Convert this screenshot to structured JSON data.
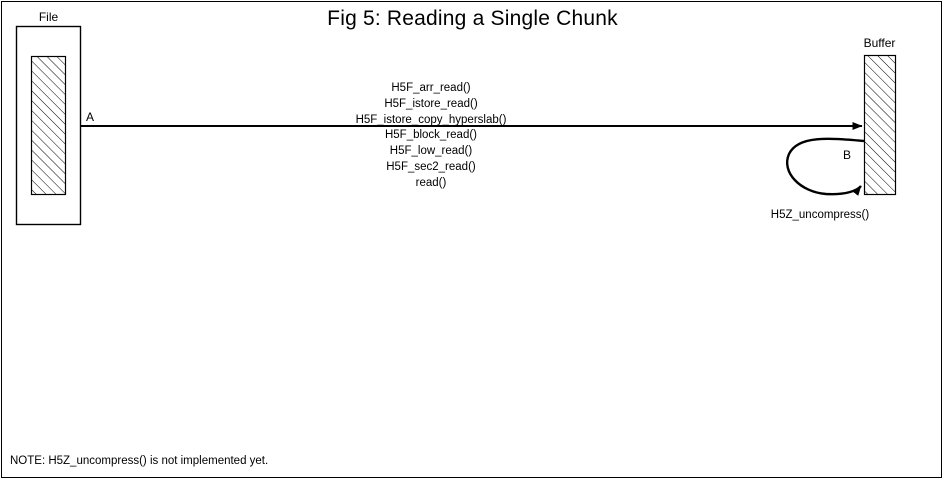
{
  "figure": {
    "title": "Fig 5:  Reading a Single Chunk",
    "footer_note": "NOTE: H5Z_uncompress() is not implemented yet.",
    "stroke_color": "#000000",
    "background_color": "#ffffff"
  },
  "file_block": {
    "label": "File",
    "marker": "A"
  },
  "buffer_block": {
    "label": "Buffer",
    "marker": "B"
  },
  "call_stack": {
    "calls": [
      "H5F_arr_read()",
      "H5F_istore_read()",
      "H5F_istore_copy_hyperslab()",
      "H5F_block_read()",
      "H5F_low_read()",
      "H5F_sec2_read()",
      "read()"
    ]
  },
  "loop_annotation": {
    "label": "H5Z_uncompress()"
  }
}
